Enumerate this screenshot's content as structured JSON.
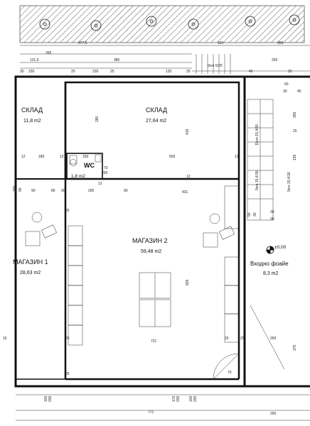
{
  "rooms": {
    "sklad_left": {
      "name": "СКЛАД",
      "area": "11,8 m2"
    },
    "sklad_center": {
      "name": "СКЛАД",
      "area": "27,64 m2"
    },
    "wc": {
      "name": "WC",
      "area": "1,8 m2"
    },
    "magazin1": {
      "name": "МАГАЗИН 1",
      "area": "28,63 m2"
    },
    "magazin2": {
      "name": "МАГАЗИН 2",
      "area": "59,48 m2"
    },
    "foyer": {
      "name": "Входно фоайе",
      "area": "8,3 m2",
      "level": "±0,00"
    }
  },
  "stair_notes": {
    "top": "9cm 5/25",
    "lower1": "11cm 15,4/30",
    "lower2": "9cm 15,4/30",
    "lower3": "9cm 15,4/30"
  },
  "dimensions": {
    "top_total": "977,5",
    "top_115": "115",
    "top_300": "300",
    "top_1315": "131,5",
    "top_265": "265",
    "top_385": "385",
    "top_250": "250",
    "left_30": "30",
    "left_230": "230",
    "left_25": "25",
    "left_45": "45",
    "inner_25a": "25",
    "inner_25b": "25",
    "inner_230": "230",
    "inner_25c": "25",
    "inner_120": "120",
    "v_280": "280",
    "v_415": "415",
    "v_825": "825",
    "d_12a": "12",
    "d_180": "180",
    "d_12b": "12",
    "d_150": "150",
    "d_559": "559",
    "d_12c": "12",
    "d_12d": "12",
    "d_70": "70",
    "d_200": "200",
    "d_12e": "12",
    "d_431": "431",
    "d_90a": "90",
    "d_80": "80",
    "d_200b": "200",
    "d_90b": "90",
    "d_90c": "90",
    "d_200c": "200",
    "d_90d": "90",
    "d_90e": "90",
    "d_30": "30",
    "d_25a": "25",
    "d_25b": "25",
    "d_25c": "25",
    "d_721": "721",
    "d_25d": "25",
    "d_250a": "250",
    "d_375": "375",
    "d_70b": "70",
    "d_25e": "25",
    "d_135": "135",
    "d_100a": "100",
    "d_200d": "200",
    "d_170": "170",
    "d_200e": "200",
    "d_100b": "100",
    "d_200f": "200",
    "d_771": "771",
    "d_250b": "250",
    "d_15": "15",
    "d_45b": "45",
    "d_30b": "30",
    "d_60": "60",
    "d_25f": "25",
    "d_30c": "30",
    "d_30d": "30",
    "d_355": "355"
  },
  "colors": {
    "ink": "#111111",
    "paper": "#ffffff"
  }
}
